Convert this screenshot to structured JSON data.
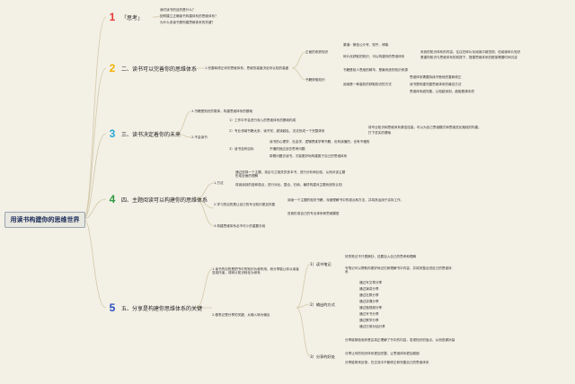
{
  "root": {
    "title": "用读书构建你的思维世界"
  },
  "colors": {
    "b1": "#e53935",
    "b2": "#f2b400",
    "b3": "#2aa7d6",
    "b4": "#2e9a3e",
    "b5": "#2a4fc0",
    "wire": "#d2c9a8"
  },
  "b1": {
    "num": "1",
    "title": "「思考」",
    "q": [
      "我们读书的目的是什么？",
      "如何建立正确读书构建体系的思维体系？",
      "为什么说读书是构建思维体系的关键？"
    ]
  },
  "b2": {
    "num": "2",
    "title": "二、读书可以完善你的思维体系",
    "l1": "1.完善和修正你的思维体系，思维的高度决定你认知的高度",
    "s_a": "正面的收获知识",
    "s_a_items": [
      "渠道：微信公众号、知乎、博客",
      "碎片化获取的知识，可以构建你的思维体系"
    ],
    "s_a_detail": [
      "系统的知识体系的内容，往往在碎片化阅读中被忽视，但阅读碎片知识",
      "是建构知识与思维体系的前提下，搭建思维体系的框架需要时间沉淀"
    ],
    "s_b": "书籍获取知识",
    "s_b_items": [
      "书籍是前人思维的精华，是最系统的知识来源",
      "阅读是一种高效的获取知识的方式"
    ],
    "s_b_detail": [
      "思维体系需要持续不断地完善和修正",
      "读书是构建完善思维体系的最佳方法",
      "思维体系越完善，认知越深刻，越能看清本质"
    ]
  },
  "b3": {
    "num": "3",
    "title": "三、读书决定着你的未来",
    "l1": "1.书籍是知识的载体，构建思维体系的基础",
    "l2": "2.不会读书",
    "l2_items": [
      "1）工作中不会进行深入的思维体系的基础构成",
      "2）专业领域书籍太多，读不完，越读越乱，无法形成一个完整体系",
      "3）读书没有目标"
    ],
    "l2_detail": [
      "将专业知识和思维体系紧密连接，可以为自己思维模式和思维进化路线的构建，",
      "打下坚实的基础"
    ],
    "l2_3_items": [
      "读书的心理学、社会学、逻辑思维学等书籍，也有读懂的，也有不懂的",
      "不懂的就应该去思考问题",
      "带着问题去读书，才能更好地构建属于自己的思维体系"
    ]
  },
  "b4": {
    "num": "4",
    "title": "四、主题阅读可以构建你的思维体系",
    "l1": "1.方法",
    "l1_items": [
      "通过选择一个主题，找出与之相关的多本书，进行分析和比较，从而对该主题形成全面的理解",
      "将阅读到的各种观点，进行对比、整合、归纳，最终构建对主题系统的认知"
    ],
    "l2": "2.学习的目的是让自己的专业知识更加完善",
    "l2_items": [
      "阅读一个主题的相关书籍，深度理解书中的观点和方法，并将其运用于实际工作，",
      "进而形成自己的专业体系和思维模型"
    ],
    "l3": "3.构建思维体系必不可少的重要手段"
  },
  "b5": {
    "num": "5",
    "title": "五、分享是构建你思维体系的关键",
    "l1": "1.读书的目的是把书中的知识为我所用，而分享能让你从读者变成作者，将碎片知识转化为体系",
    "l2": "2.做笔记是分享的关键，从输入转为输出",
    "s1": "1）读书笔记",
    "s1_items": [
      "好的笔记不只是摘抄，还要加入自己的思考和理解",
      "写笔记可以帮助你更好地记忆和理解书中内容，并将其整合进自己的思维体系"
    ],
    "s2": "2）输出的方式",
    "s2_items": [
      "通过写文章分享",
      "通过演讲分享",
      "通过社群分享",
      "通过讲课分享",
      "通过做视频分享",
      "通过写书分享",
      "通过教学分享",
      "通过日常对话分享"
    ],
    "s3": "3）分享的好处",
    "s3_items": [
      "分享能够检验你是否真正理解了书中的内容，发现知识的盲点，从而查漏补缺",
      "分享让你的知识体系更加完整，让思维体系更加稳固",
      "分享能带来反馈，在交流中不断修正和完善自己的思维体系"
    ]
  }
}
